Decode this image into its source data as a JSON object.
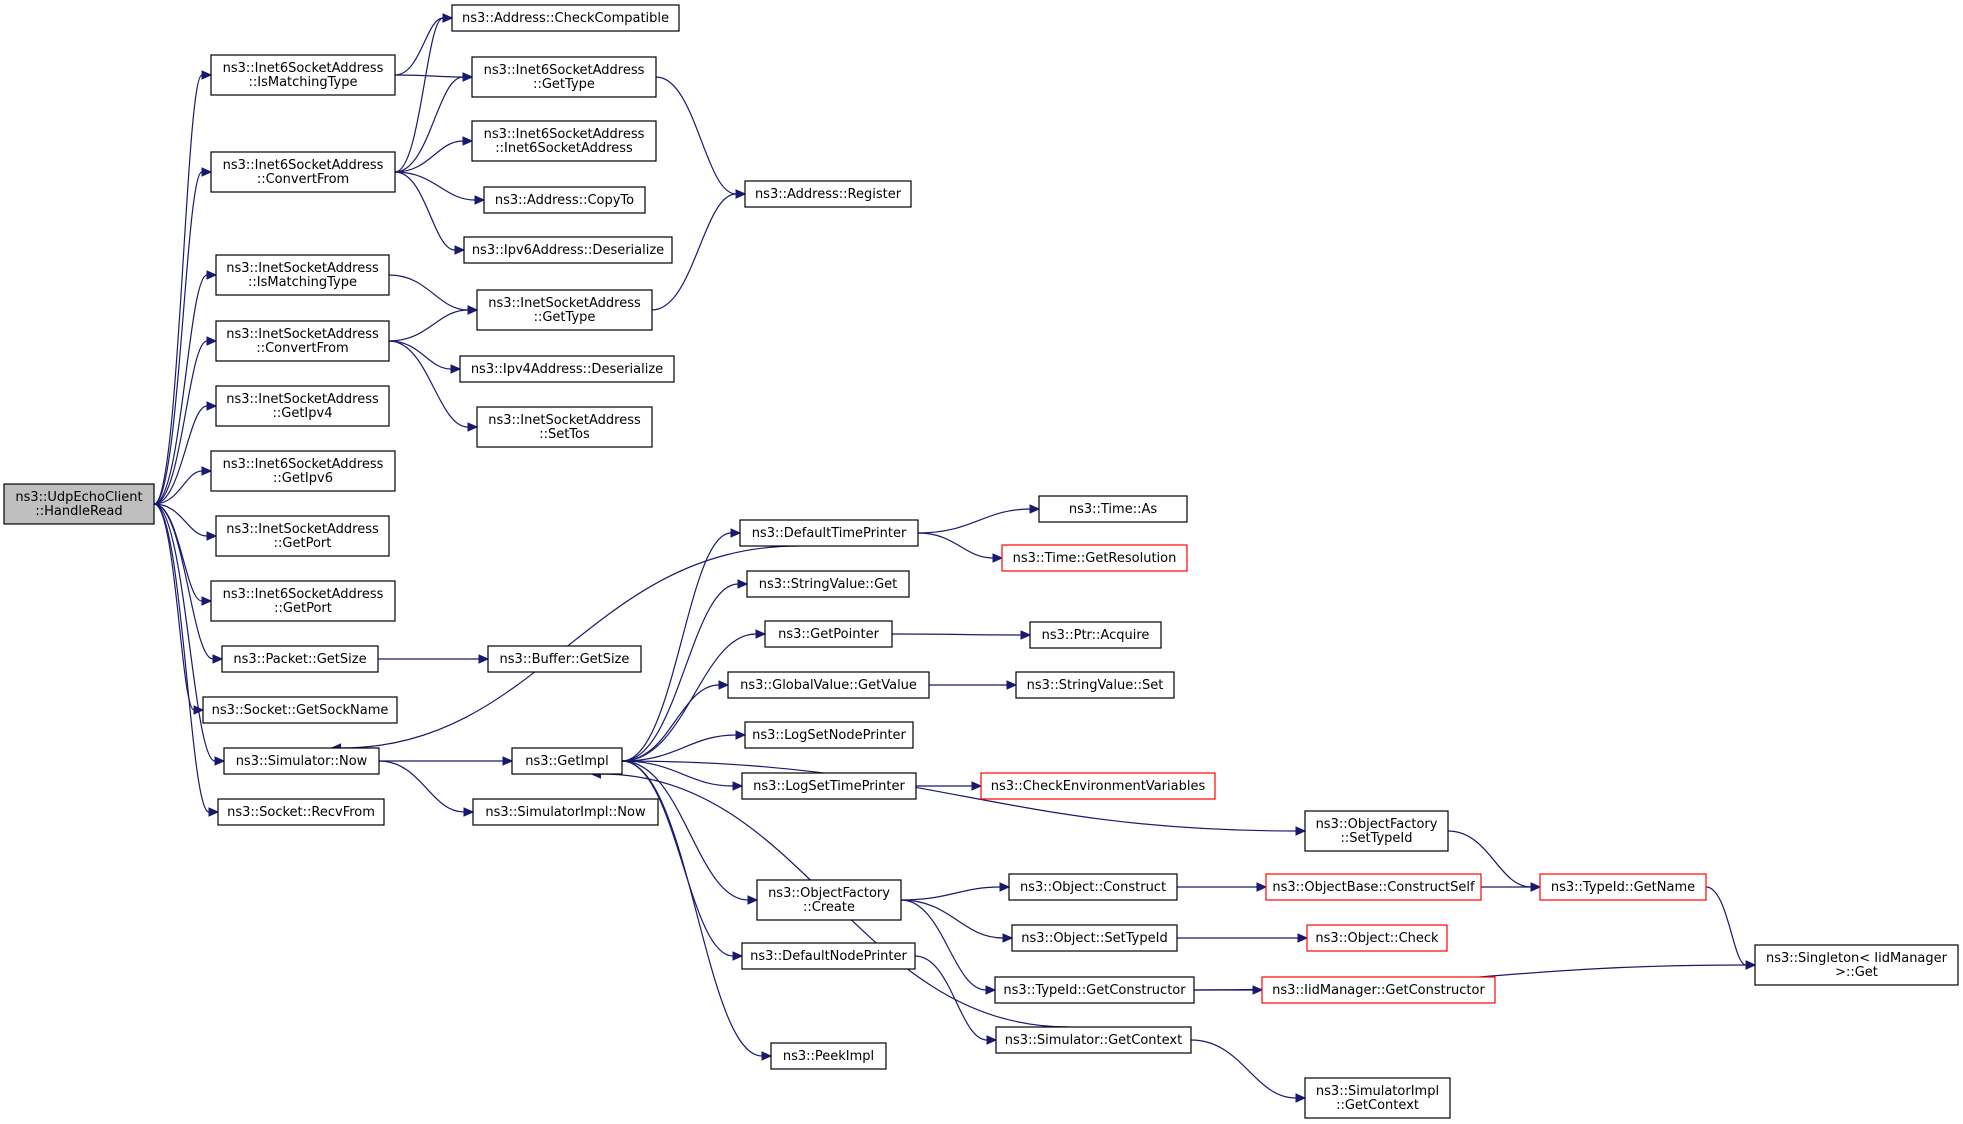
{
  "diagram": {
    "type": "call-graph",
    "nodes": [
      {
        "id": "root",
        "lines": [
          "ns3::UdpEchoClient",
          "::HandleRead"
        ],
        "style": "root"
      },
      {
        "id": "addr_check",
        "lines": [
          "ns3::Address::CheckCompatible"
        ]
      },
      {
        "id": "i6_match",
        "lines": [
          "ns3::Inet6SocketAddress",
          "::IsMatchingType"
        ]
      },
      {
        "id": "i6_gettype",
        "lines": [
          "ns3::Inet6SocketAddress",
          "::GetType"
        ]
      },
      {
        "id": "i6_convert",
        "lines": [
          "ns3::Inet6SocketAddress",
          "::ConvertFrom"
        ]
      },
      {
        "id": "i6_ctor",
        "lines": [
          "ns3::Inet6SocketAddress",
          "::Inet6SocketAddress"
        ]
      },
      {
        "id": "addr_copyto",
        "lines": [
          "ns3::Address::CopyTo"
        ]
      },
      {
        "id": "addr_register",
        "lines": [
          "ns3::Address::Register"
        ]
      },
      {
        "id": "ip6_deser",
        "lines": [
          "ns3::Ipv6Address::Deserialize"
        ]
      },
      {
        "id": "i4_match",
        "lines": [
          "ns3::InetSocketAddress",
          "::IsMatchingType"
        ]
      },
      {
        "id": "i4_gettype",
        "lines": [
          "ns3::InetSocketAddress",
          "::GetType"
        ]
      },
      {
        "id": "i4_convert",
        "lines": [
          "ns3::InetSocketAddress",
          "::ConvertFrom"
        ]
      },
      {
        "id": "ip4_deser",
        "lines": [
          "ns3::Ipv4Address::Deserialize"
        ]
      },
      {
        "id": "i4_settos",
        "lines": [
          "ns3::InetSocketAddress",
          "::SetTos"
        ]
      },
      {
        "id": "i4_getipv4",
        "lines": [
          "ns3::InetSocketAddress",
          "::GetIpv4"
        ]
      },
      {
        "id": "i6_getipv6",
        "lines": [
          "ns3::Inet6SocketAddress",
          "::GetIpv6"
        ]
      },
      {
        "id": "i4_getport",
        "lines": [
          "ns3::InetSocketAddress",
          "::GetPort"
        ]
      },
      {
        "id": "i6_getport",
        "lines": [
          "ns3::Inet6SocketAddress",
          "::GetPort"
        ]
      },
      {
        "id": "pkt_size",
        "lines": [
          "ns3::Packet::GetSize"
        ]
      },
      {
        "id": "buf_size",
        "lines": [
          "ns3::Buffer::GetSize"
        ]
      },
      {
        "id": "sock_name",
        "lines": [
          "ns3::Socket::GetSockName"
        ]
      },
      {
        "id": "sim_now",
        "lines": [
          "ns3::Simulator::Now"
        ]
      },
      {
        "id": "getimpl",
        "lines": [
          "ns3::GetImpl"
        ]
      },
      {
        "id": "simimpl_now",
        "lines": [
          "ns3::SimulatorImpl::Now"
        ]
      },
      {
        "id": "sock_recv",
        "lines": [
          "ns3::Socket::RecvFrom"
        ]
      },
      {
        "id": "def_time",
        "lines": [
          "ns3::DefaultTimePrinter"
        ]
      },
      {
        "id": "time_as",
        "lines": [
          "ns3::Time::As"
        ]
      },
      {
        "id": "time_res",
        "lines": [
          "ns3::Time::GetResolution"
        ],
        "style": "trunc"
      },
      {
        "id": "strval_get",
        "lines": [
          "ns3::StringValue::Get"
        ]
      },
      {
        "id": "getpointer",
        "lines": [
          "ns3::GetPointer"
        ]
      },
      {
        "id": "ptr_acquire",
        "lines": [
          "ns3::Ptr::Acquire"
        ]
      },
      {
        "id": "gv_getvalue",
        "lines": [
          "ns3::GlobalValue::GetValue"
        ]
      },
      {
        "id": "strval_set",
        "lines": [
          "ns3::StringValue::Set"
        ]
      },
      {
        "id": "log_node",
        "lines": [
          "ns3::LogSetNodePrinter"
        ]
      },
      {
        "id": "log_time",
        "lines": [
          "ns3::LogSetTimePrinter"
        ]
      },
      {
        "id": "check_env",
        "lines": [
          "ns3::CheckEnvironmentVariables"
        ],
        "style": "trunc"
      },
      {
        "id": "of_settypeid",
        "lines": [
          "ns3::ObjectFactory",
          "::SetTypeId"
        ]
      },
      {
        "id": "of_create",
        "lines": [
          "ns3::ObjectFactory",
          "::Create"
        ]
      },
      {
        "id": "obj_construct",
        "lines": [
          "ns3::Object::Construct"
        ]
      },
      {
        "id": "objbase_cs",
        "lines": [
          "ns3::ObjectBase::ConstructSelf"
        ],
        "style": "trunc"
      },
      {
        "id": "typeid_getname",
        "lines": [
          "ns3::TypeId::GetName"
        ],
        "style": "trunc"
      },
      {
        "id": "obj_settypeid",
        "lines": [
          "ns3::Object::SetTypeId"
        ]
      },
      {
        "id": "obj_check",
        "lines": [
          "ns3::Object::Check"
        ],
        "style": "trunc"
      },
      {
        "id": "singleton_get",
        "lines": [
          "ns3::Singleton< IidManager",
          " >::Get"
        ]
      },
      {
        "id": "def_node",
        "lines": [
          "ns3::DefaultNodePrinter"
        ]
      },
      {
        "id": "typeid_getctor",
        "lines": [
          "ns3::TypeId::GetConstructor"
        ]
      },
      {
        "id": "iid_getctor",
        "lines": [
          "ns3::IidManager::GetConstructor"
        ],
        "style": "trunc"
      },
      {
        "id": "sim_getctx",
        "lines": [
          "ns3::Simulator::GetContext"
        ]
      },
      {
        "id": "peekimpl",
        "lines": [
          "ns3::PeekImpl"
        ]
      },
      {
        "id": "simimpl_getctx",
        "lines": [
          "ns3::SimulatorImpl",
          "::GetContext"
        ]
      }
    ],
    "edges": [
      [
        "root",
        "i6_match"
      ],
      [
        "root",
        "i6_convert"
      ],
      [
        "root",
        "i4_match"
      ],
      [
        "root",
        "i4_convert"
      ],
      [
        "root",
        "i4_getipv4"
      ],
      [
        "root",
        "i6_getipv6"
      ],
      [
        "root",
        "i4_getport"
      ],
      [
        "root",
        "i6_getport"
      ],
      [
        "root",
        "pkt_size"
      ],
      [
        "root",
        "sock_name"
      ],
      [
        "root",
        "sim_now"
      ],
      [
        "root",
        "sock_recv"
      ],
      [
        "i6_match",
        "addr_check"
      ],
      [
        "i6_match",
        "i6_gettype"
      ],
      [
        "i6_convert",
        "addr_check"
      ],
      [
        "i6_convert",
        "i6_gettype"
      ],
      [
        "i6_convert",
        "i6_ctor"
      ],
      [
        "i6_convert",
        "addr_copyto"
      ],
      [
        "i6_convert",
        "ip6_deser"
      ],
      [
        "i6_gettype",
        "addr_register"
      ],
      [
        "i4_gettype",
        "addr_register"
      ],
      [
        "i4_match",
        "i4_gettype"
      ],
      [
        "i4_convert",
        "i4_gettype"
      ],
      [
        "i4_convert",
        "ip4_deser"
      ],
      [
        "i4_convert",
        "i4_settos"
      ],
      [
        "pkt_size",
        "buf_size"
      ],
      [
        "sim_now",
        "getimpl"
      ],
      [
        "sim_now",
        "simimpl_now"
      ],
      [
        "getimpl",
        "def_time"
      ],
      [
        "getimpl",
        "strval_get"
      ],
      [
        "getimpl",
        "getpointer"
      ],
      [
        "getimpl",
        "gv_getvalue"
      ],
      [
        "getimpl",
        "log_node"
      ],
      [
        "getimpl",
        "log_time"
      ],
      [
        "getimpl",
        "of_settypeid"
      ],
      [
        "getimpl",
        "of_create"
      ],
      [
        "getimpl",
        "def_node"
      ],
      [
        "getimpl",
        "peekimpl"
      ],
      [
        "def_time",
        "sim_now"
      ],
      [
        "def_time",
        "time_as"
      ],
      [
        "def_time",
        "time_res"
      ],
      [
        "getpointer",
        "ptr_acquire"
      ],
      [
        "gv_getvalue",
        "strval_set"
      ],
      [
        "log_time",
        "check_env"
      ],
      [
        "of_settypeid",
        "typeid_getname"
      ],
      [
        "of_create",
        "obj_construct"
      ],
      [
        "of_create",
        "obj_settypeid"
      ],
      [
        "of_create",
        "typeid_getctor"
      ],
      [
        "obj_construct",
        "objbase_cs"
      ],
      [
        "objbase_cs",
        "typeid_getname"
      ],
      [
        "obj_settypeid",
        "obj_check"
      ],
      [
        "typeid_getname",
        "singleton_get"
      ],
      [
        "typeid_getctor",
        "iid_getctor"
      ],
      [
        "typeid_getctor",
        "singleton_get"
      ],
      [
        "def_node",
        "sim_getctx"
      ],
      [
        "sim_getctx",
        "getimpl"
      ],
      [
        "sim_getctx",
        "simimpl_getctx"
      ]
    ],
    "colors": {
      "edge": "#191970",
      "node_border": "#000000",
      "node_fill": "#ffffff",
      "root_fill": "#bfbfbf",
      "truncated_border": "#ff0000",
      "truncated_text": "#ff0000"
    }
  }
}
